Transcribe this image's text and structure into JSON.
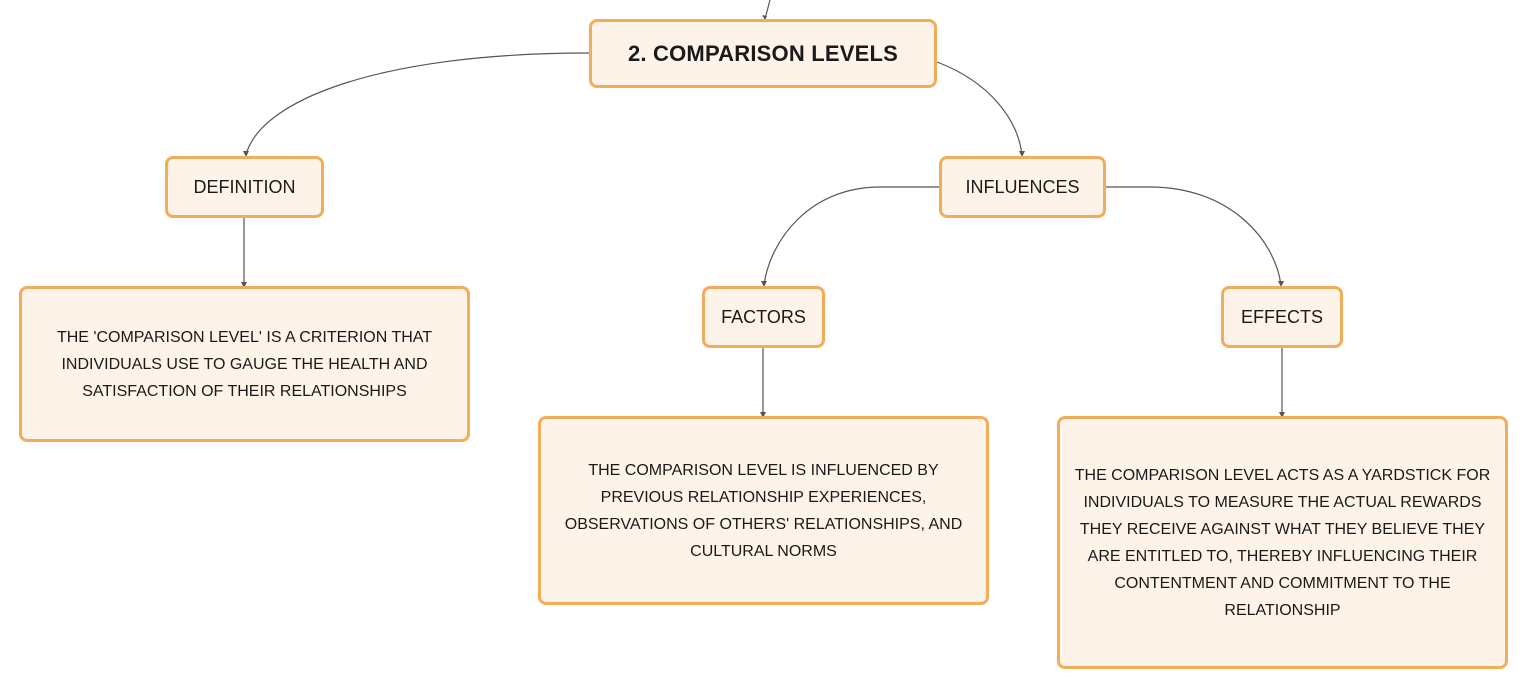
{
  "mindmap": {
    "root": {
      "label": "2. COMPARISON LEVELS"
    },
    "definition": {
      "label": "DEFINITION",
      "text": "THE 'COMPARISON LEVEL' IS A CRITERION THAT INDIVIDUALS USE TO GAUGE THE HEALTH AND SATISFACTION OF THEIR RELATIONSHIPS"
    },
    "influences": {
      "label": "INFLUENCES",
      "factors": {
        "label": "FACTORS",
        "text": "THE COMPARISON LEVEL IS INFLUENCED BY PREVIOUS RELATIONSHIP EXPERIENCES, OBSERVATIONS OF OTHERS' RELATIONSHIPS, AND CULTURAL NORMS"
      },
      "effects": {
        "label": "EFFECTS",
        "text": "THE COMPARISON LEVEL ACTS AS A YARDSTICK FOR INDIVIDUALS TO MEASURE THE ACTUAL REWARDS THEY RECEIVE AGAINST WHAT THEY BELIEVE THEY ARE ENTITLED TO, THEREBY INFLUENCING THEIR CONTENTMENT AND COMMITMENT TO THE RELATIONSHIP"
      }
    }
  },
  "colors": {
    "node_border": "#f2ad5b",
    "node_fill": "#fdf3e9",
    "connector": "#555555",
    "text": "#1a1a1a"
  }
}
